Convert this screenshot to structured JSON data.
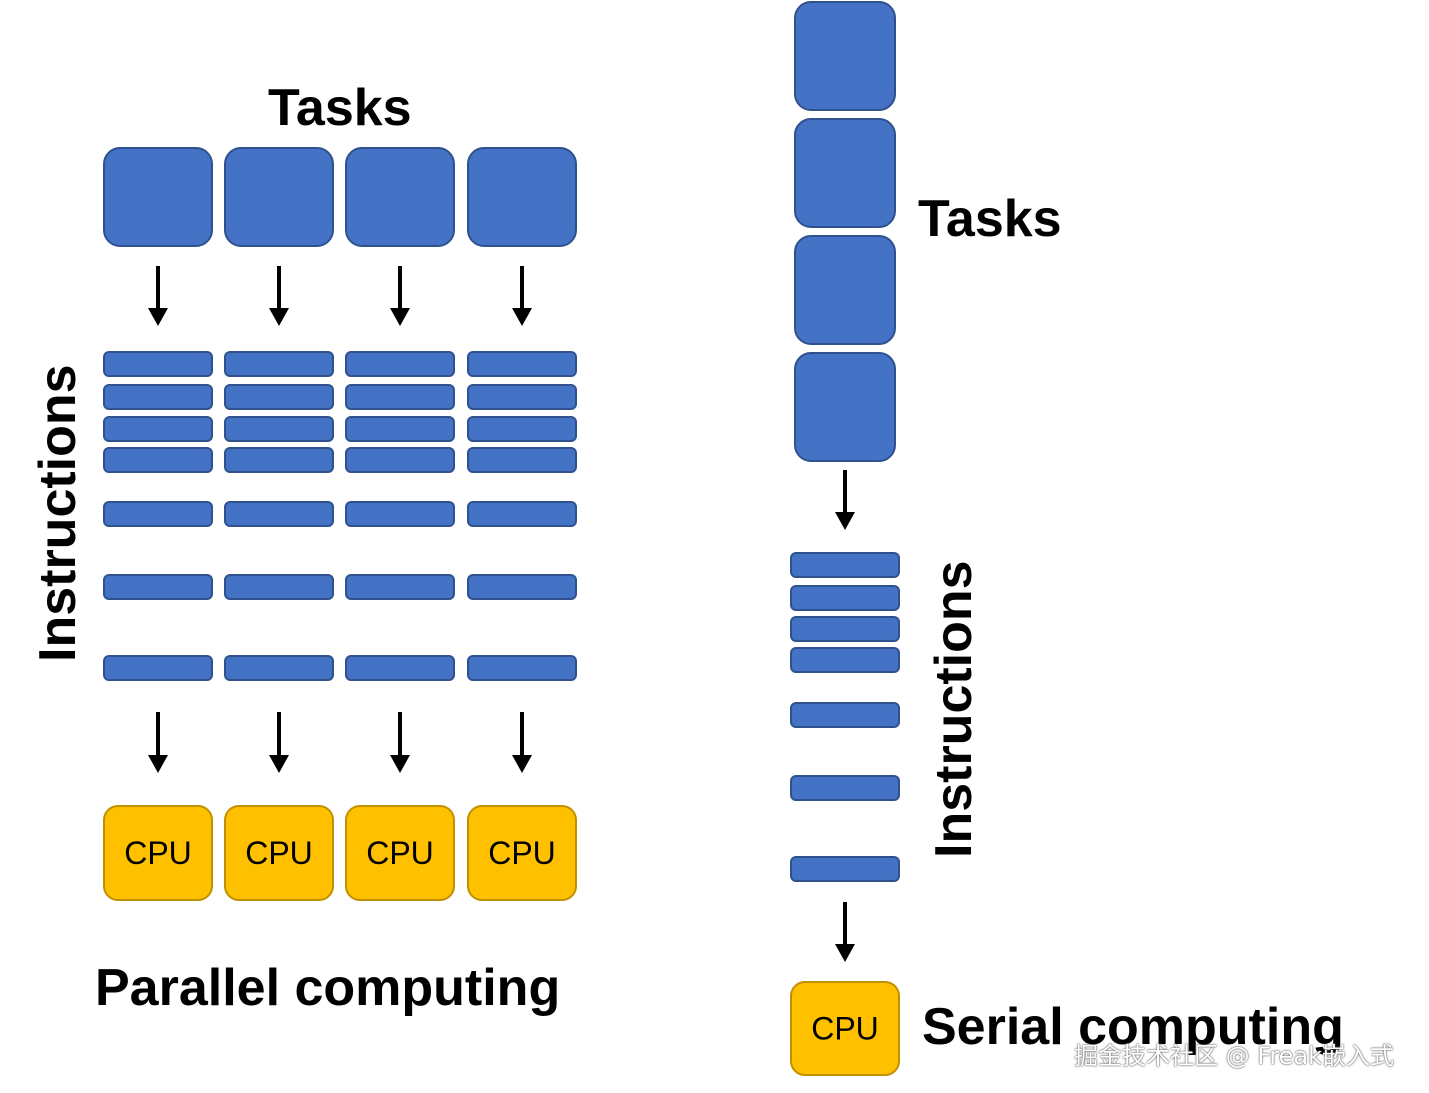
{
  "colors": {
    "task_fill": "#4472C4",
    "task_stroke": "#2F528F",
    "cpu_fill": "#FFC000",
    "cpu_stroke": "#BF9000",
    "arrow": "#000000"
  },
  "parallel": {
    "tasks_label": "Tasks",
    "instructions_label": "Instructions",
    "cpu_label": "CPU",
    "title": "Parallel computing"
  },
  "serial": {
    "tasks_label": "Tasks",
    "instructions_label": "Instructions",
    "cpu_label": "CPU",
    "title": "Serial computing"
  },
  "watermark": "掘金技术社区 @ Freak嵌入式"
}
